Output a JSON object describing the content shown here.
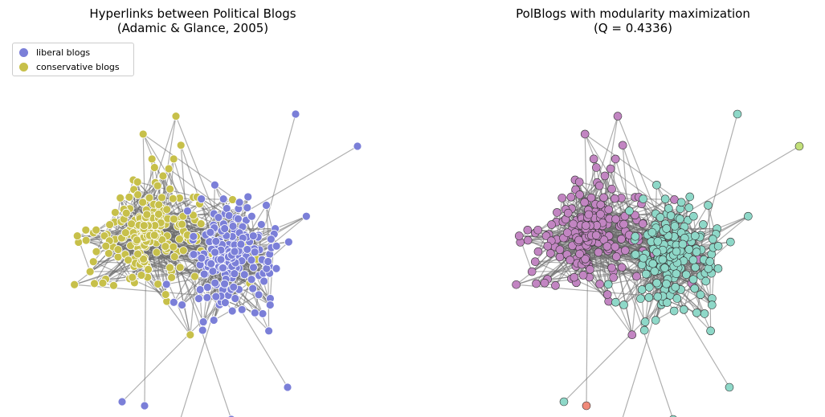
{
  "panels": [
    {
      "title": "Hyperlinks between Political Blogs\n(Adamic & Glance, 2005)"
    },
    {
      "title": "PolBlogs with modularity maximization\n(Q = 0.4336)"
    }
  ],
  "legend": {
    "placement": "top-left",
    "items": [
      {
        "label": "liberal blogs",
        "color": "#7b7fd8"
      },
      {
        "label": "conservative blogs",
        "color": "#c7c04a"
      }
    ]
  },
  "colors": {
    "edge": "#6e6e6e",
    "liberal": "#7b7fd8",
    "conservative": "#c7c04a",
    "community_1": "#c285c2",
    "community_2": "#8ed8c8",
    "community_3": "#c2e07a",
    "community_4": "#f08a7a"
  }
}
